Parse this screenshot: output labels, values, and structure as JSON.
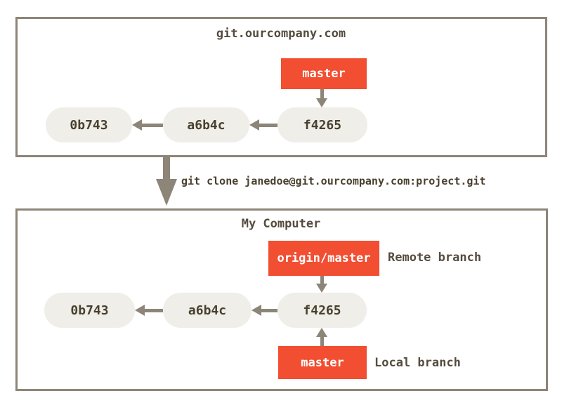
{
  "colors": {
    "background": "#ffffff",
    "line": "#8c8578",
    "pill_fill": "#efeee9",
    "branch_red": "#f14e32",
    "ink": "#554c3e",
    "ink_dark": "#49412f",
    "branch_text": "#ffffff"
  },
  "remote": {
    "title": "git.ourcompany.com",
    "branch_label": "master",
    "commits": [
      "0b743",
      "a6b4c",
      "f4265"
    ]
  },
  "clone": {
    "command": "git clone janedoe@git.ourcompany.com:project.git"
  },
  "computer": {
    "title": "My Computer",
    "remote_branch": {
      "label": "origin/master",
      "note": "Remote branch"
    },
    "local_branch": {
      "label": "master",
      "note": "Local branch"
    },
    "commits": [
      "0b743",
      "a6b4c",
      "f4265"
    ]
  }
}
